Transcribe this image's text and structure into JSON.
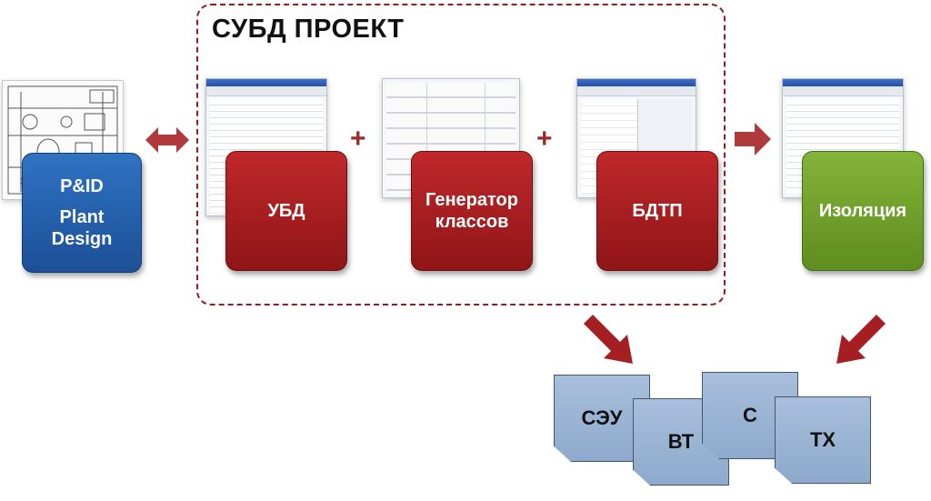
{
  "group": {
    "title": "СУБД ПРОЕКТ"
  },
  "boxes": {
    "pid": {
      "line1": "P&ID",
      "line2": "Plant",
      "line3": "Design"
    },
    "ubd": {
      "label": "УБД"
    },
    "generator": {
      "line1": "Генератор",
      "line2": "классов"
    },
    "bdtp": {
      "label": "БДТП"
    },
    "insulation": {
      "label": "Изоляция"
    }
  },
  "operators": {
    "plus1": "+",
    "plus2": "+"
  },
  "outputs": [
    "СЭУ",
    "ВТ",
    "С",
    "ТХ"
  ],
  "colors": {
    "accent_red": "#a51e22",
    "blue_box": "#245fae",
    "green_box": "#6f9e2b",
    "doc_fill": "#9bb4d6",
    "arrow": "#b0393b"
  },
  "icons": [
    "double-arrow-icon",
    "arrow-right-icon",
    "arrow-down-right-icon",
    "arrow-down-left-icon"
  ]
}
